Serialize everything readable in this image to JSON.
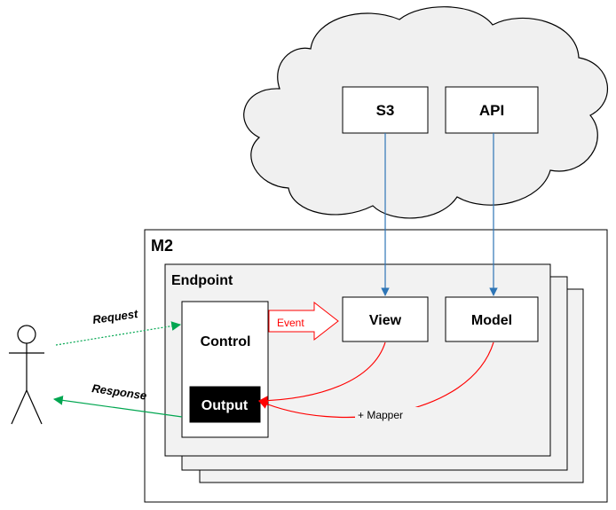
{
  "cloud": {
    "nodes": {
      "s3": "S3",
      "api": "API"
    }
  },
  "container": {
    "title": "M2",
    "endpoint": {
      "title": "Endpoint",
      "control": "Control",
      "output": "Output",
      "view": "View",
      "model": "Model"
    }
  },
  "edges": {
    "request": "Request",
    "response": "Response",
    "event": "Event",
    "mapper": "+ Mapper"
  },
  "colors": {
    "cloud_fill": "#f0f0f0",
    "panel_fill": "#f2f2f2",
    "output_fill": "#000000",
    "blue_arrow": "#2e75b6",
    "red_arrow": "#ff0000",
    "green_arrow": "#00a650"
  }
}
